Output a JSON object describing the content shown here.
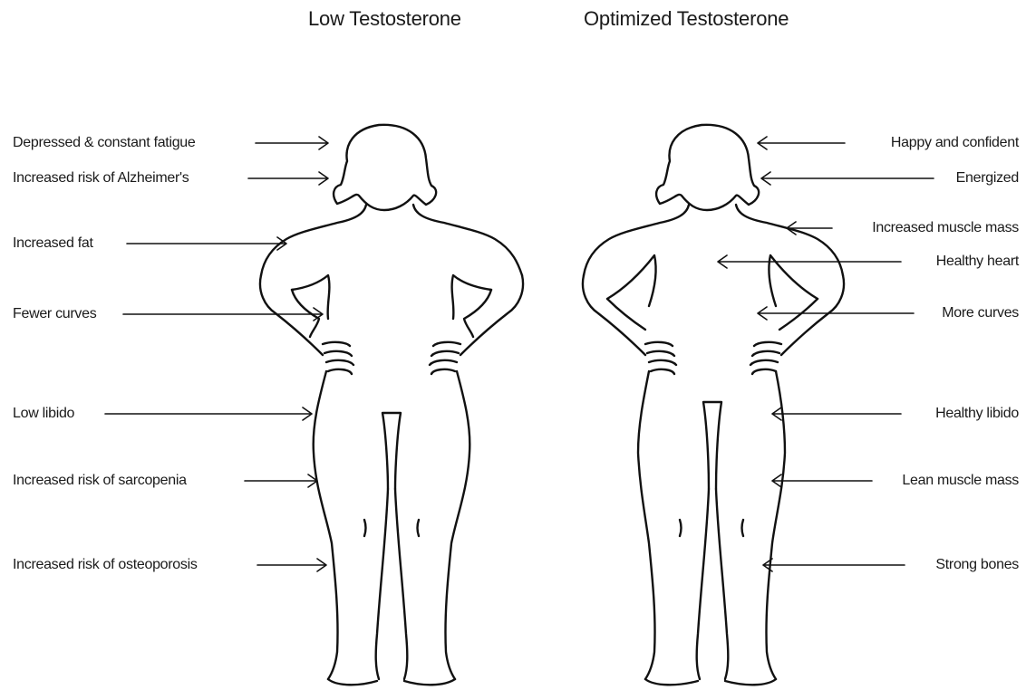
{
  "headings": {
    "left": "Low Testosterone",
    "right": "Optimized Testosterone"
  },
  "left_labels": [
    "Depressed & constant fatigue",
    "Increased risk of Alzheimer's",
    "Increased fat",
    "Fewer curves",
    "Low libido",
    "Increased risk of sarcopenia",
    "Increased risk of osteoporosis"
  ],
  "right_labels": [
    "Happy and confident",
    "Energized",
    "Increased muscle mass",
    "Healthy heart",
    "More curves",
    "Healthy libido",
    "Lean muscle mass",
    "Strong bones"
  ]
}
